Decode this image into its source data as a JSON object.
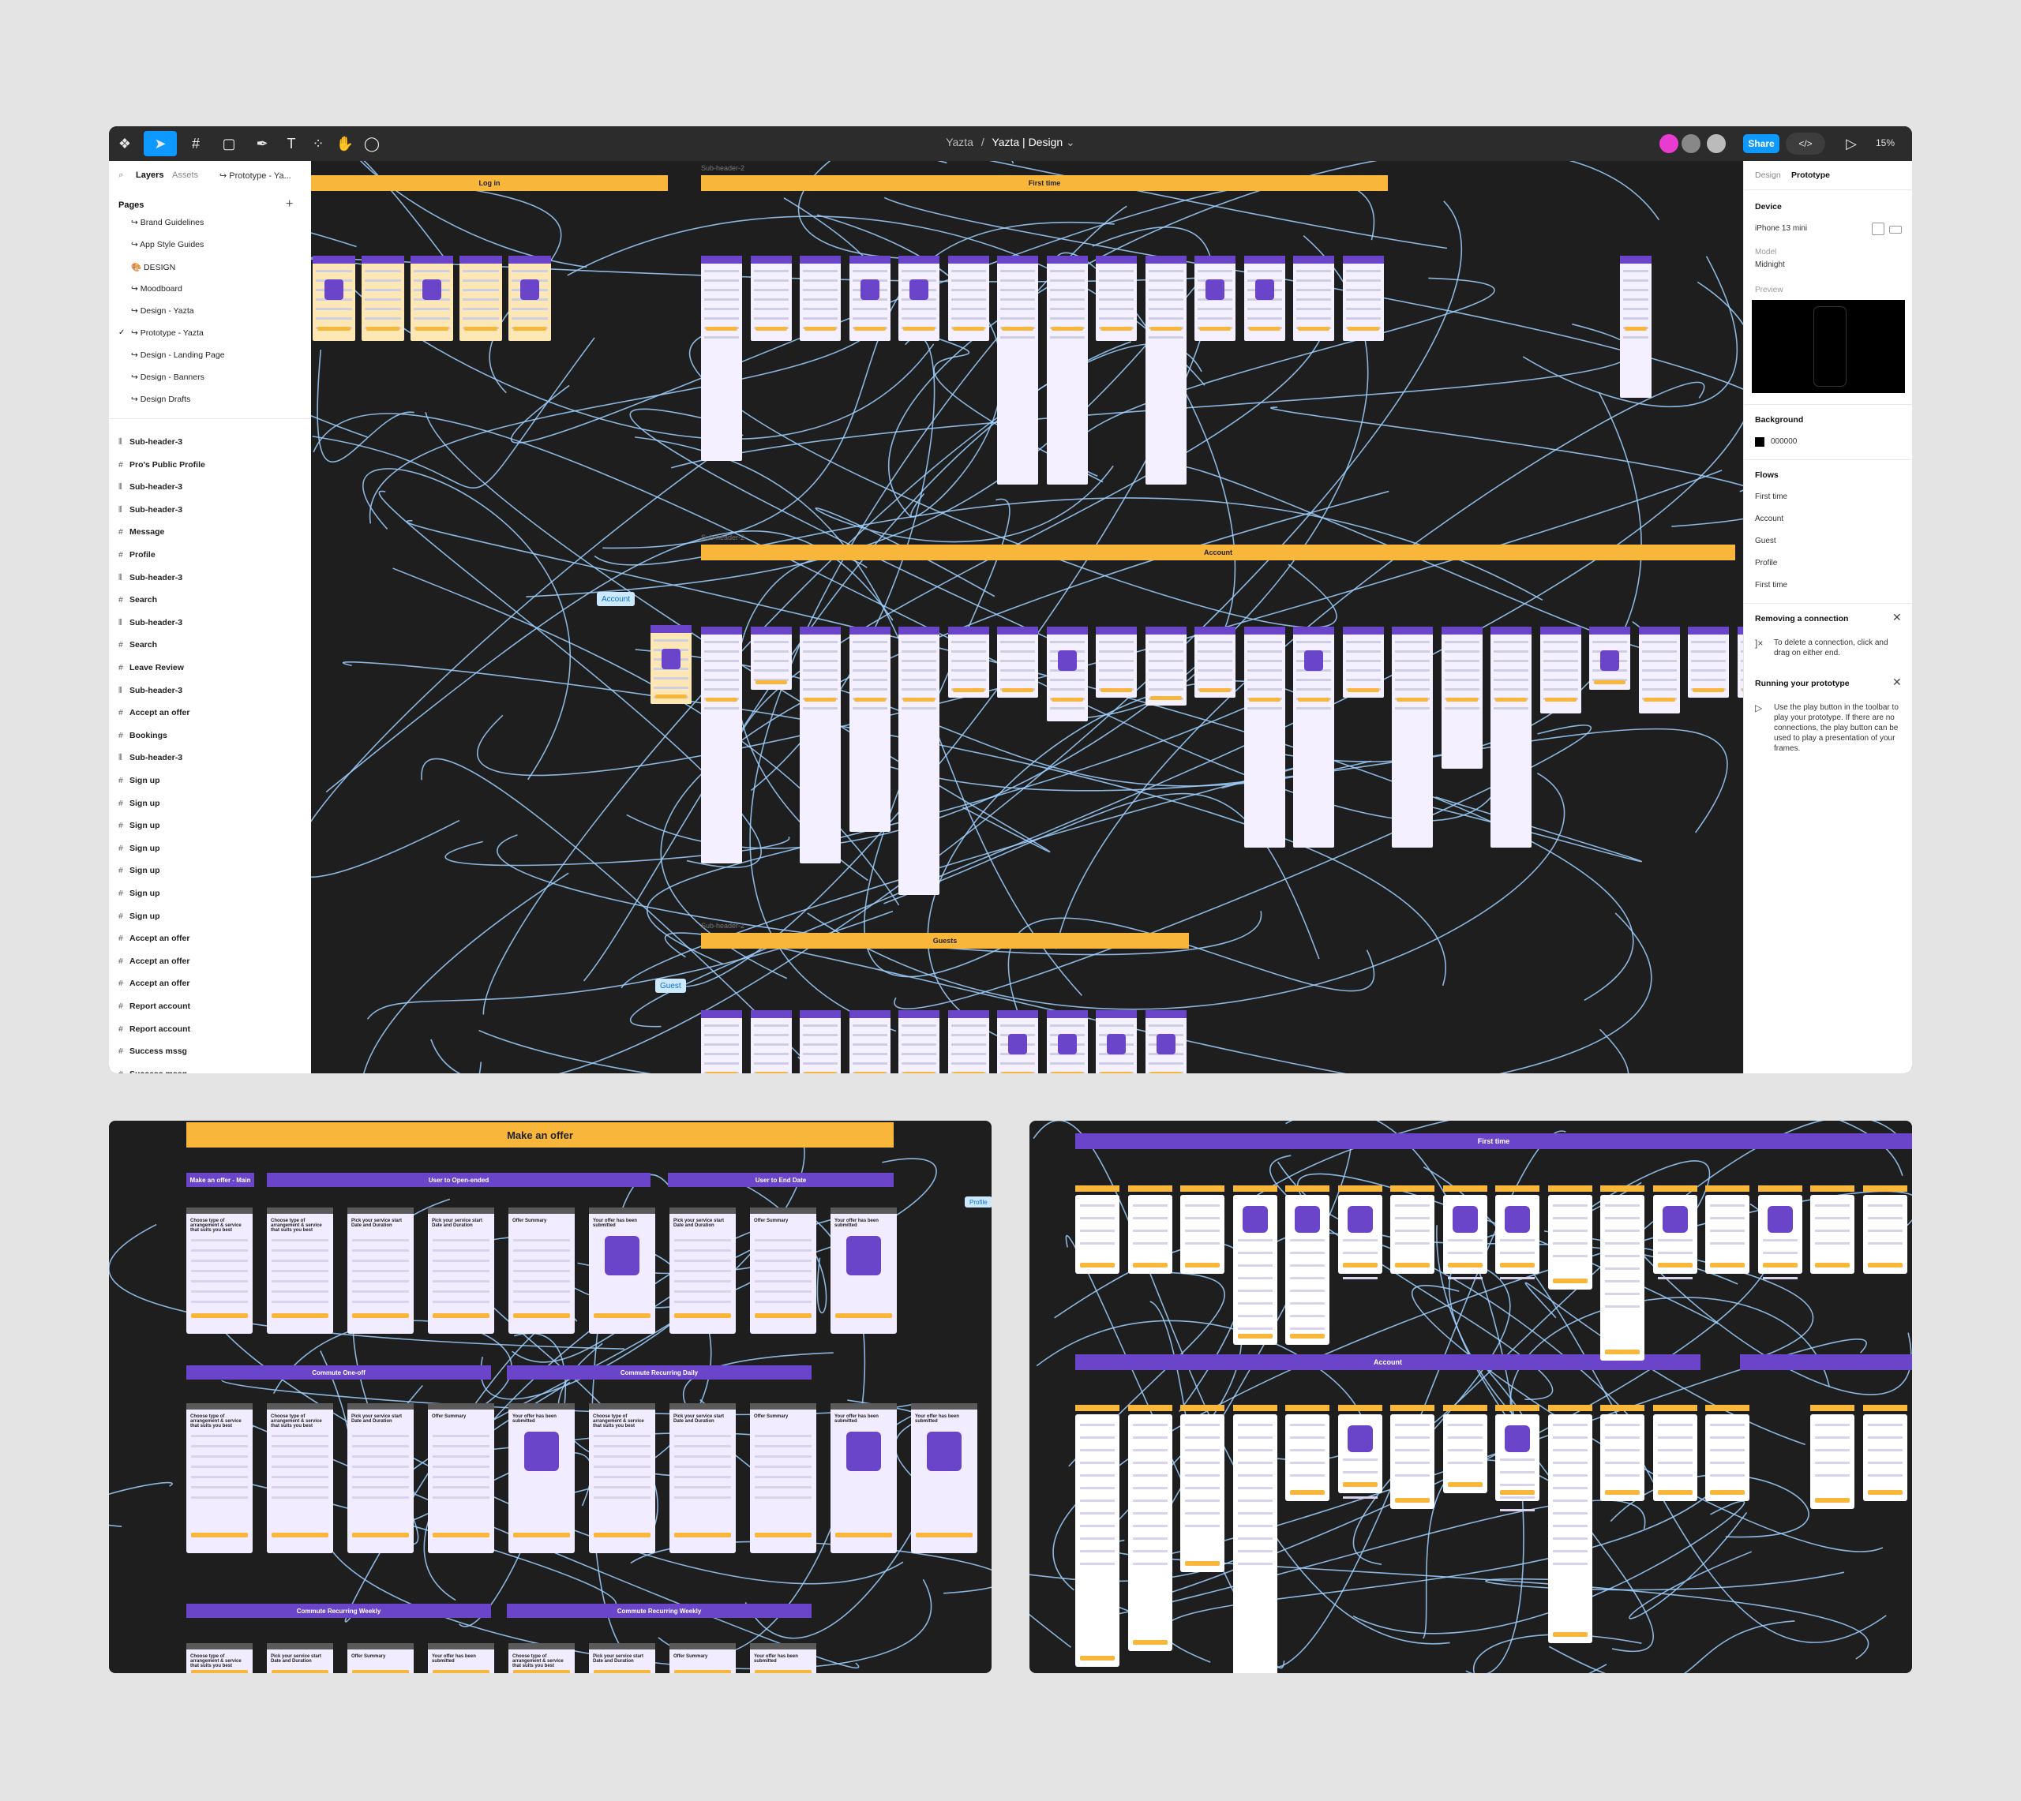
{
  "file": {
    "project": "Yazta",
    "separator": "/",
    "name": "Yazta | Design"
  },
  "toolbar": {
    "share_label": "Share",
    "zoom": "15%"
  },
  "left_panel": {
    "tabs": [
      "Layers",
      "Assets"
    ],
    "current_page": "↪ Prototype - Ya...",
    "pages_label": "Pages",
    "pages": [
      "↪ Brand Guidelines",
      "↪ App Style Guides",
      "DESIGN",
      "↪ Moodboard",
      "↪ Design - Yazta",
      "↪ Prototype - Yazta",
      "↪ Design - Landing Page",
      "↪ Design - Banners",
      "↪ Design Drafts"
    ],
    "layers": [
      "Sub-header-3",
      "Pro's Public Profile",
      "Sub-header-3",
      "Sub-header-3",
      "Message",
      "Profile",
      "Sub-header-3",
      "Search",
      "Sub-header-3",
      "Search",
      "Leave Review",
      "Sub-header-3",
      "Accept an offer",
      "Bookings",
      "Sub-header-3",
      "Sign up",
      "Sign up",
      "Sign up",
      "Sign up",
      "Sign up",
      "Sign up",
      "Sign up",
      "Accept an offer",
      "Accept an offer",
      "Accept an offer",
      "Report account",
      "Report account",
      "Success mssg",
      "Success mssg"
    ]
  },
  "right_panel": {
    "tabs": [
      "Design",
      "Prototype"
    ],
    "device_label": "Device",
    "device": "iPhone 13 mini",
    "model_label": "Model",
    "model": "Midnight",
    "preview_label": "Preview",
    "background_label": "Background",
    "background_value": "000000",
    "flows_label": "Flows",
    "flows": [
      "First time",
      "Account",
      "Guest",
      "Profile",
      "First time"
    ],
    "tip1_title": "Removing a connection",
    "tip1_body": "To delete a connection, click and drag on either end.",
    "tip2_title": "Running your prototype",
    "tip2_body": "Use the play button in the toolbar to play your prototype. If there are no connections, the play button can be used to play a presentation of your frames."
  },
  "canvas": {
    "sections": [
      "Log in",
      "First time",
      "Account",
      "Guests"
    ],
    "sub_header": "Sub-header-2",
    "flow_tags": [
      "Account",
      "Guest"
    ]
  },
  "bottom_left": {
    "section": "Make an offer",
    "bars": [
      "Make an offer - Main",
      "User to Open-ended",
      "User to End Date",
      "Commute One-off",
      "Commute Recurring Daily",
      "Commute Recurring Weekly",
      "Commute Recurring Weekly"
    ],
    "screen_titles": [
      "Choose type of arrangement & service that suits you best",
      "Pick your service start Date and Duration",
      "Offer Summary",
      "Your offer has been submitted"
    ],
    "profile_tag": "Profile"
  },
  "bottom_right": {
    "bars": [
      "First time",
      "Account"
    ]
  },
  "colors": {
    "accent": "#0d99ff",
    "purple": "#6b45c9",
    "yellow": "#f8b63a",
    "canvas": "#1e1e1e"
  }
}
